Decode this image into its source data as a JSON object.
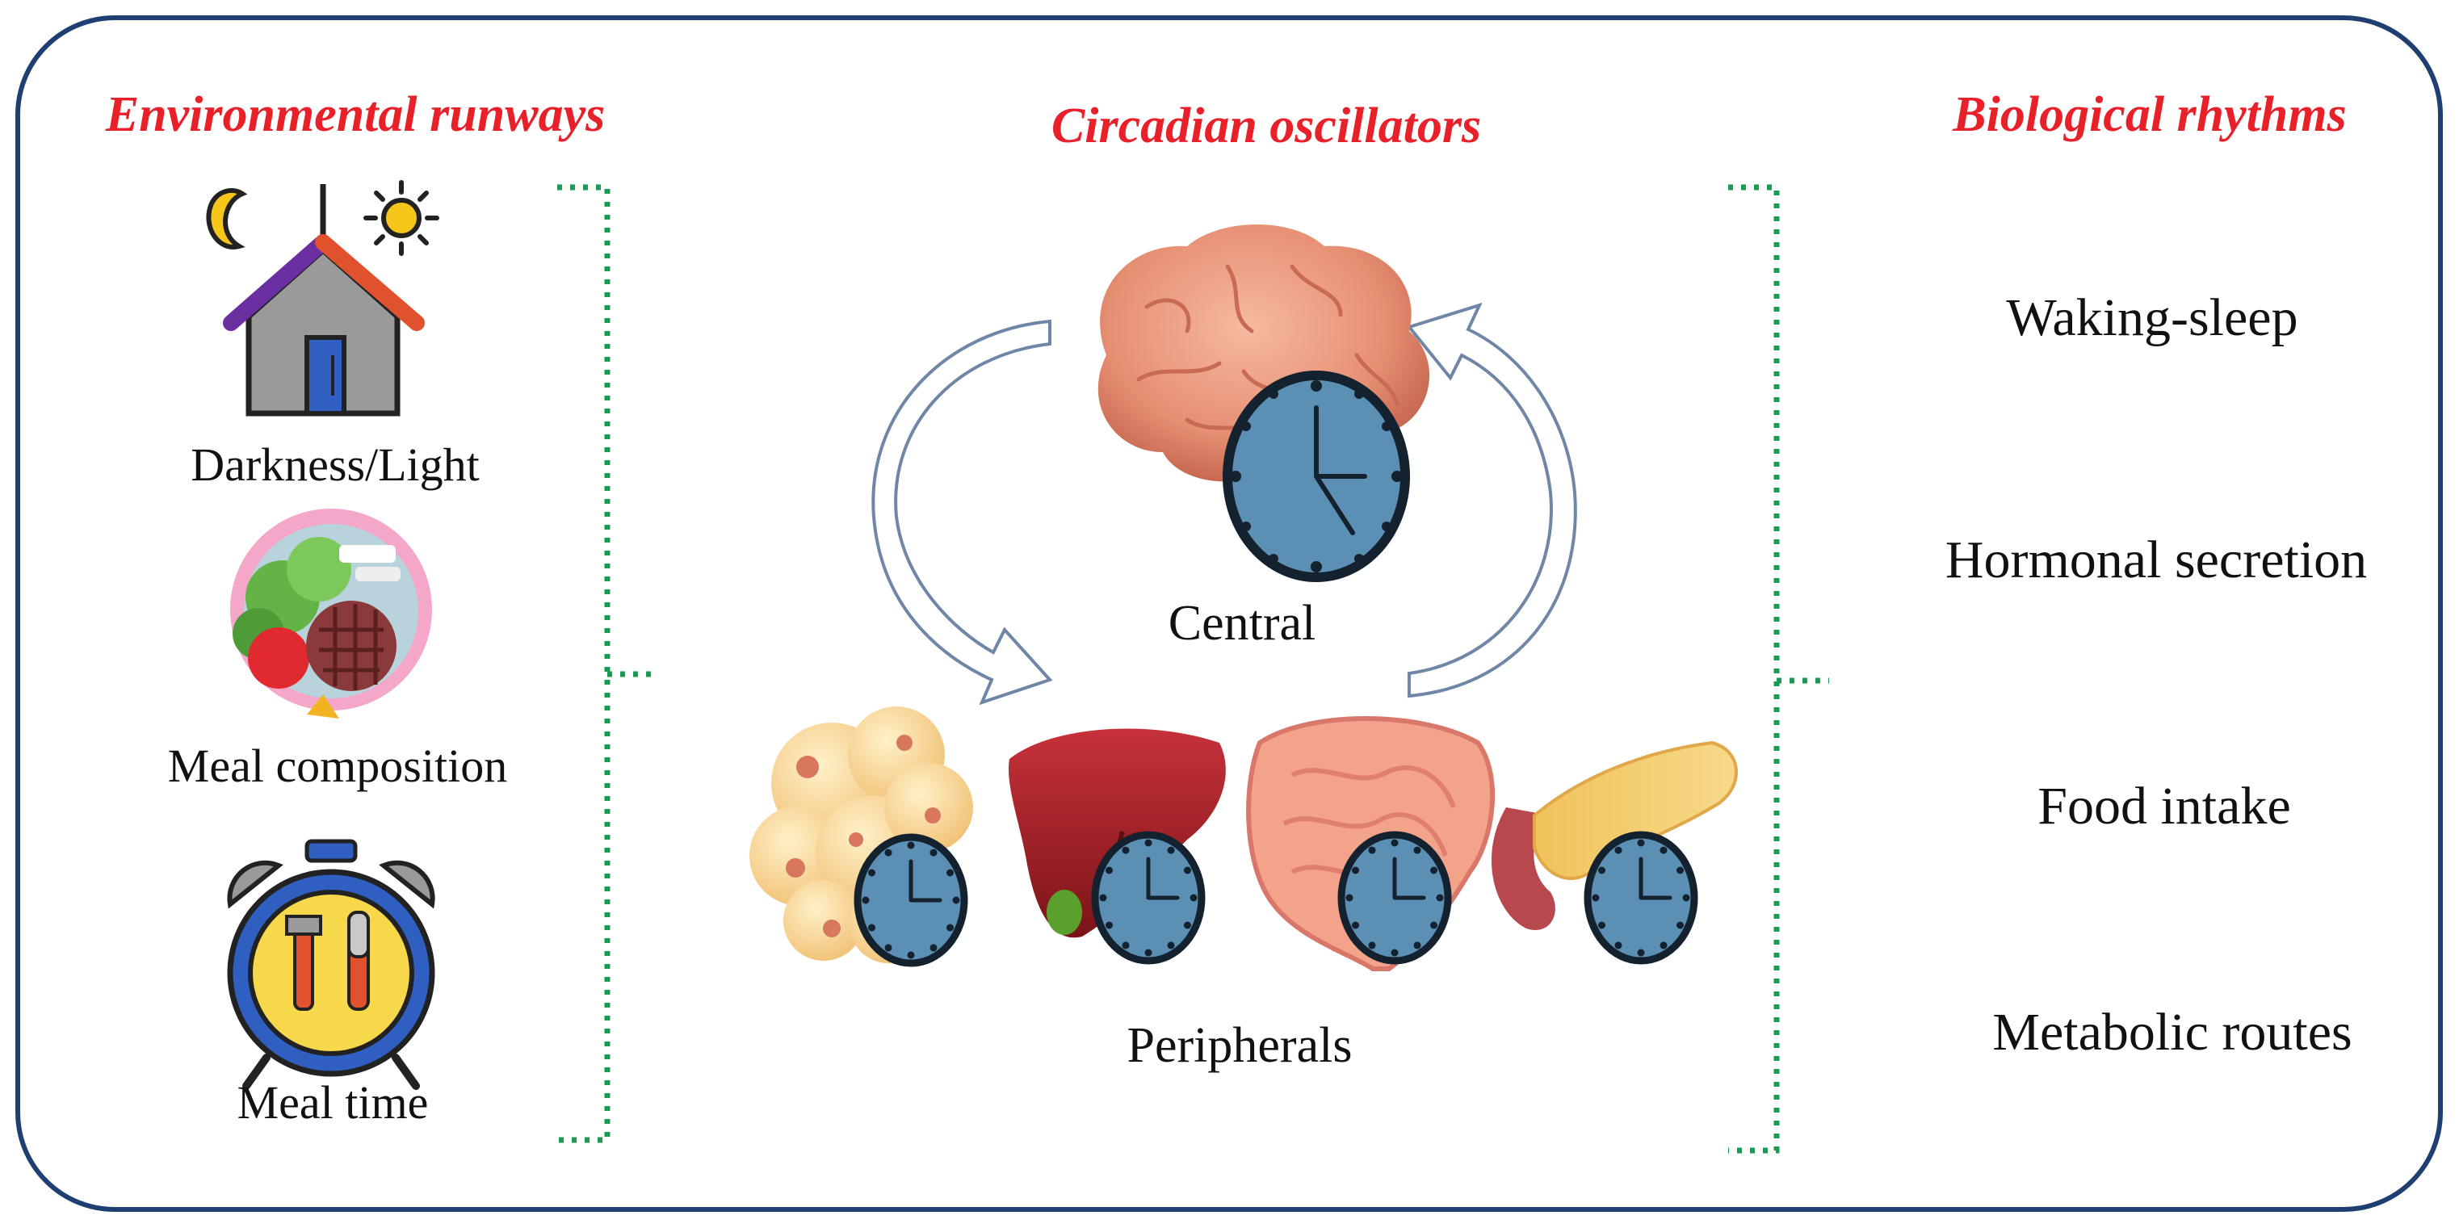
{
  "colors": {
    "frame": "#1f3f73",
    "heading": "#e8202a",
    "bracket": "#1a9a55",
    "arrow_stroke": "#6f86a6",
    "clock_face": "#5b8fb4",
    "clock_rim": "#14212e"
  },
  "columns": {
    "environmental": {
      "heading": "Environmental runways",
      "items": [
        {
          "label": "Darkness/Light",
          "icon": "house-day-night-icon"
        },
        {
          "label": "Meal composition",
          "icon": "meal-plate-icon"
        },
        {
          "label": "Meal time",
          "icon": "alarm-clock-cutlery-icon"
        }
      ]
    },
    "oscillators": {
      "heading": "Circadian oscillators",
      "central": {
        "label": "Central",
        "icon": "brain-clock-icon"
      },
      "peripherals": {
        "label": "Peripherals",
        "organs": [
          "adipose-tissue-icon",
          "liver-icon",
          "intestine-icon",
          "pancreas-icon"
        ]
      }
    },
    "biological": {
      "heading": "Biological rhythms",
      "items": [
        "Waking-sleep",
        "Hormonal secretion",
        "Food intake",
        "Metabolic routes"
      ]
    }
  }
}
